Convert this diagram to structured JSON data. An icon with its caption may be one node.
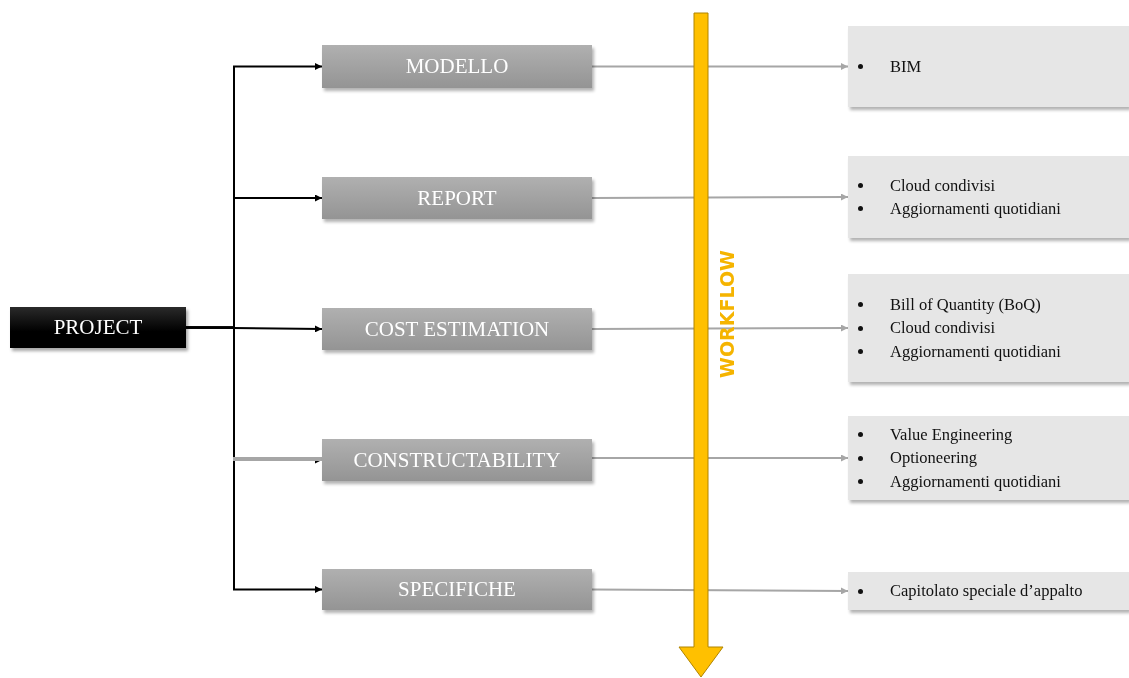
{
  "diagram": {
    "nodes": [
      {
        "text": [
          "PROJECT"
        ]
      },
      {
        "text": [
          "MODELLO"
        ]
      },
      {
        "text": [
          "REPORT"
        ]
      },
      {
        "text": [
          "COST ESTIMATION"
        ]
      },
      {
        "text": [
          "CONSTRUCTABILITY"
        ]
      },
      {
        "text": [
          "SPECIFICHE"
        ]
      },
      {
        "text": [
          "BIM"
        ]
      },
      {
        "text": [
          "Cloud condivisi",
          "Aggiornamenti quotidiani"
        ]
      },
      {
        "text": [
          "Bill of Quantity (BoQ)",
          "Cloud condivisi",
          "Aggiornamenti quotidiani"
        ]
      },
      {
        "text": [
          "Value Engineering",
          "Optioneering",
          "Aggiornamenti quotidiani"
        ]
      },
      {
        "text": [
          "Capitolato speciale d’appalto"
        ]
      }
    ],
    "edges": [
      {
        "from": 0,
        "to": 1,
        "arrow": "to",
        "color": "#000000"
      },
      {
        "from": 0,
        "to": 2,
        "arrow": "to",
        "color": "#000000"
      },
      {
        "from": 0,
        "to": 3,
        "arrow": "to",
        "color": "#000000"
      },
      {
        "from": 0,
        "to": 4,
        "arrow": "to",
        "color": "#000000"
      },
      {
        "from": 0,
        "to": 5,
        "arrow": "to",
        "color": "#000000"
      },
      {
        "from": 1,
        "to": 6,
        "arrow": "to",
        "color": "#a6a6a6"
      },
      {
        "from": 2,
        "to": 7,
        "arrow": "to",
        "color": "#a6a6a6"
      },
      {
        "from": 3,
        "to": 8,
        "arrow": "to",
        "color": "#a6a6a6"
      },
      {
        "from": 4,
        "to": 9,
        "arrow": "to",
        "color": "#a6a6a6"
      },
      {
        "from": 5,
        "to": 10,
        "arrow": "to",
        "color": "#a6a6a6"
      }
    ],
    "labels": [
      "WORKFLOW"
    ]
  }
}
